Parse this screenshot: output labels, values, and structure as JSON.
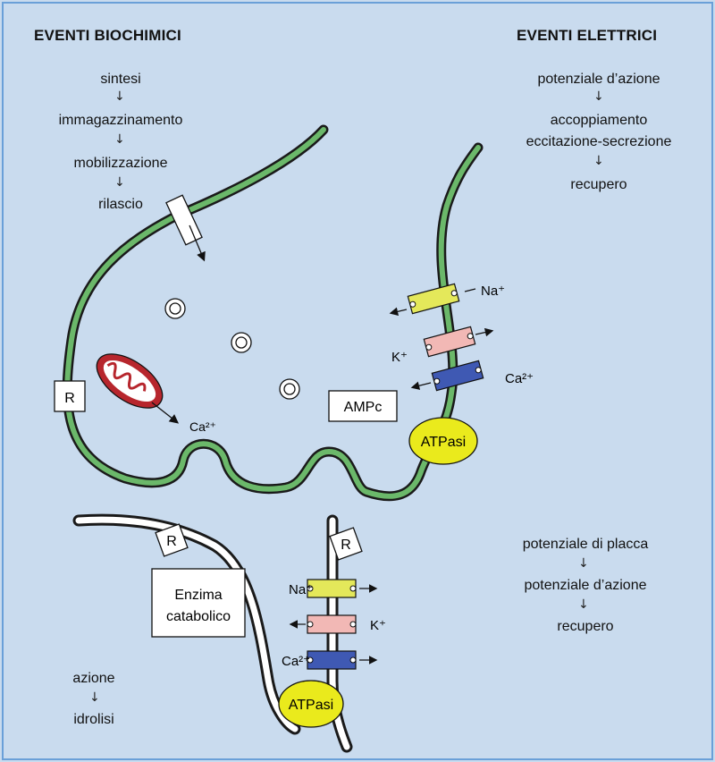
{
  "left_column": {
    "title": "EVENTI BIOCHIMICI",
    "steps": [
      "sintesi",
      "immagazzinamento",
      "mobilizzazione",
      "rilascio"
    ]
  },
  "right_column": {
    "title": "EVENTI ELETTRICI",
    "steps": [
      "potenziale d’azione",
      "accoppiamento",
      "eccitazione-secrezione",
      "recupero"
    ]
  },
  "presynaptic": {
    "receptor": "R",
    "calcium": "Ca²⁺",
    "ampc": "AMPc",
    "atpase": "ATPasi",
    "channels": [
      "Na⁺",
      "K⁺",
      "Ca²⁺"
    ]
  },
  "postsynaptic": {
    "receptor_left": "R",
    "receptor_right": "R",
    "enzyme_line1": "Enzima",
    "enzyme_line2": "catabolico",
    "atpase": "ATPasi",
    "channels": [
      "Na⁺",
      "K⁺",
      "Ca²⁺"
    ],
    "electrical_steps": [
      "potenziale di placca",
      "potenziale d’azione",
      "recupero"
    ],
    "enzyme_steps": [
      "azione",
      "idrolisi"
    ]
  },
  "colors": {
    "background": "#c9dbee",
    "membrane": "#6bb86a",
    "na_channel": "#e4e85a",
    "k_channel": "#f2b8b5",
    "ca_channel": "#3f59b3",
    "atpase": "#eaea1c",
    "mitochondrion": "#b7262d"
  }
}
